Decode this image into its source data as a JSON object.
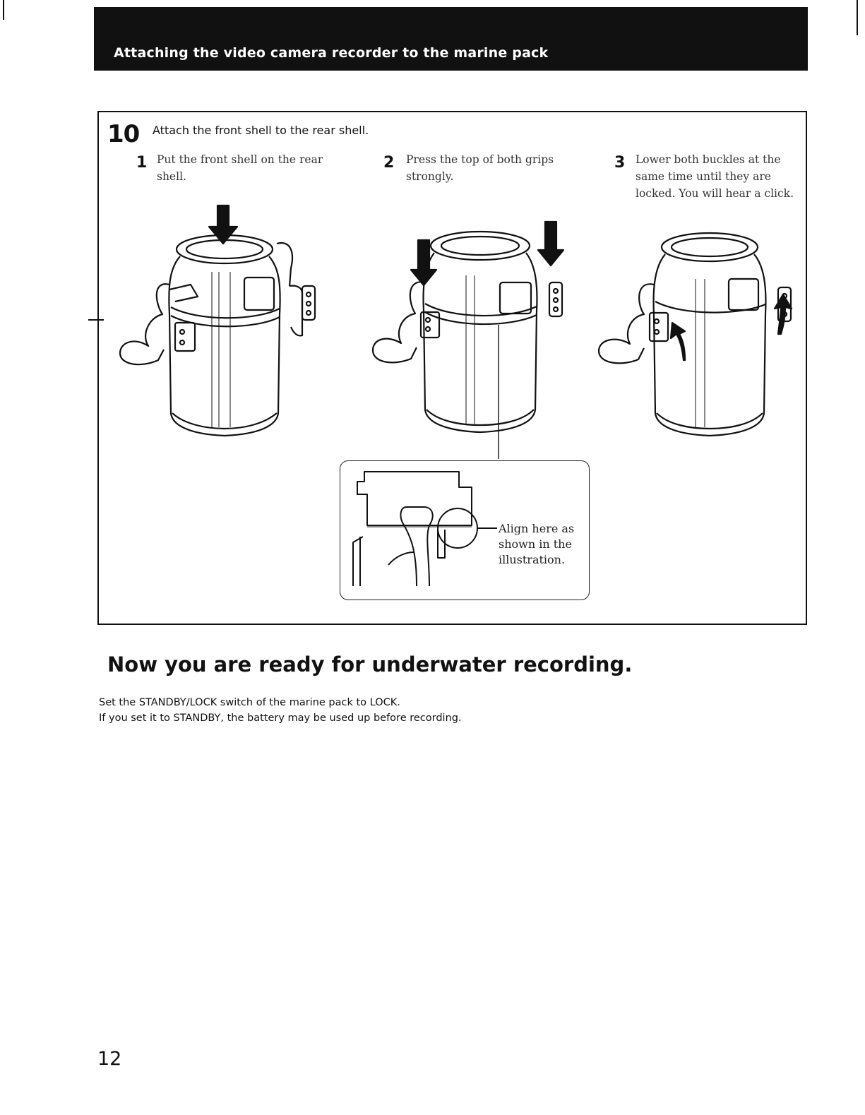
{
  "header": {
    "title": "Attaching the video camera recorder to the marine pack"
  },
  "step": {
    "number": "10",
    "title": "Attach the front shell to the rear shell.",
    "substeps": [
      {
        "num": "1",
        "text_lines": [
          "Put the front shell on the rear",
          "shell."
        ]
      },
      {
        "num": "2",
        "text_lines": [
          "Press the top of both grips",
          "strongly."
        ]
      },
      {
        "num": "3",
        "text_lines": [
          "Lower both buckles at the",
          "same time until they are",
          "locked. You will hear a click."
        ]
      }
    ],
    "callout_lines": [
      "Align here as",
      "shown in the",
      "illustration."
    ]
  },
  "ready": {
    "title": "Now you are ready for underwater recording.",
    "line1": "Set the STANDBY/LOCK switch of the marine pack to LOCK.",
    "line2": "If you set it to STANDBY, the battery may be used up before recording."
  },
  "page_number": "12"
}
